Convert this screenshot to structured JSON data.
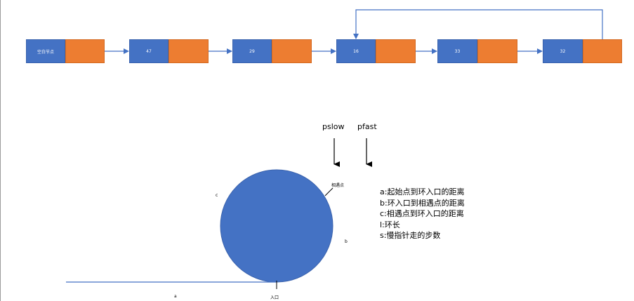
{
  "list": {
    "nodes": [
      {
        "label": "空白节点"
      },
      {
        "label": "47"
      },
      {
        "label": "29"
      },
      {
        "label": "16"
      },
      {
        "label": "33"
      },
      {
        "label": "32"
      }
    ]
  },
  "pointers": {
    "slow": "pslow",
    "fast": "pfast"
  },
  "circle": {
    "meet_label": "相遇点",
    "entry_label": "入口",
    "c_label": "c",
    "b_label": "b",
    "a_label": "a"
  },
  "legend": [
    "a:起始点到环入口的距离",
    "b:环入口到相遇点的距离",
    "c:相遇点到环入口的距离",
    "l:环长",
    "s:慢指针走的步数"
  ],
  "colors": {
    "node_value": "#4472c4",
    "node_pointer": "#ed7d31",
    "arrow": "#4472c4"
  }
}
